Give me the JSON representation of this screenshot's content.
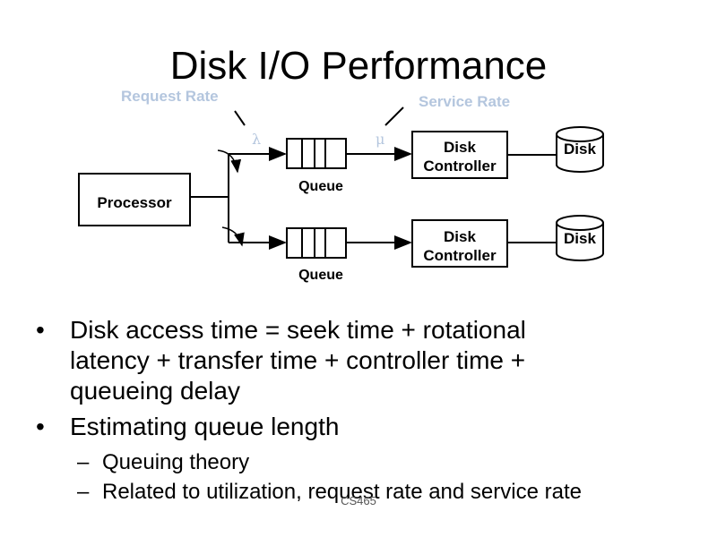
{
  "slide": {
    "title": "Disk I/O Performance",
    "footer": "CS465"
  },
  "diagram": {
    "request_rate_label": "Request Rate",
    "service_rate_label": "Service Rate",
    "lambda_symbol": "λ",
    "mu_symbol": "μ",
    "processor_label": "Processor",
    "queue_label": "Queue",
    "disk_controller_label": [
      "Disk",
      "Controller"
    ],
    "disk_label": "Disk",
    "annotation_color": "#b4c6de"
  },
  "bullets": [
    {
      "text_lines": [
        "Disk access time  =  seek time  +  rotational",
        "latency + transfer time + controller time +",
        "queueing delay"
      ],
      "sub": []
    },
    {
      "text_lines": [
        "Estimating queue length"
      ],
      "sub": [
        "Queuing theory",
        "Related to utilization, request rate and service rate"
      ]
    }
  ]
}
